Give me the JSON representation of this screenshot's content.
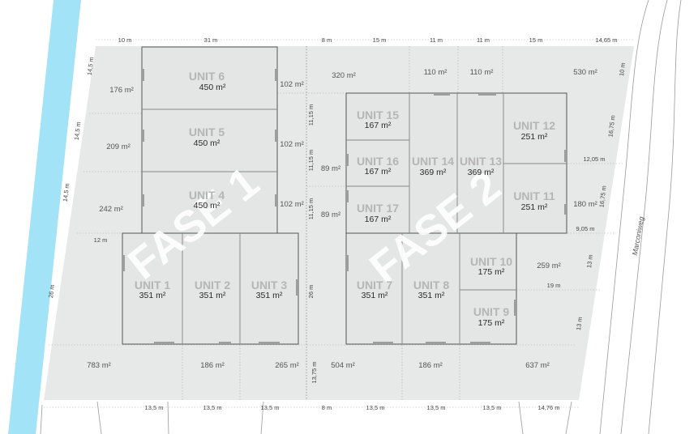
{
  "phases": [
    {
      "label": "FASE 1"
    },
    {
      "label": "FASE 2"
    }
  ],
  "units": [
    {
      "name": "UNIT 6",
      "area": "450 m²"
    },
    {
      "name": "UNIT 5",
      "area": "450 m²"
    },
    {
      "name": "UNIT 4",
      "area": "450 m²"
    },
    {
      "name": "UNIT 1",
      "area": "351 m²"
    },
    {
      "name": "UNIT 2",
      "area": "351 m²"
    },
    {
      "name": "UNIT 3",
      "area": "351 m²"
    },
    {
      "name": "UNIT 15",
      "area": "167 m²"
    },
    {
      "name": "UNIT 16",
      "area": "167 m²"
    },
    {
      "name": "UNIT 17",
      "area": "167 m²"
    },
    {
      "name": "UNIT 14",
      "area": "369 m²"
    },
    {
      "name": "UNIT 13",
      "area": "369 m²"
    },
    {
      "name": "UNIT 12",
      "area": "251 m²"
    },
    {
      "name": "UNIT 11",
      "area": "251 m²"
    },
    {
      "name": "UNIT 7",
      "area": "351 m²"
    },
    {
      "name": "UNIT 8",
      "area": "351 m²"
    },
    {
      "name": "UNIT 10",
      "area": "175 m²"
    },
    {
      "name": "UNIT 9",
      "area": "175 m²"
    }
  ],
  "lot_areas": [
    "176 m²",
    "209 m²",
    "242 m²",
    "102 m²",
    "102 m²",
    "102 m²",
    "320 m²",
    "110 m²",
    "110 m²",
    "530 m²",
    "89 m²",
    "89 m²",
    "180 m²",
    "259 m²",
    "783 m²",
    "186 m²",
    "265 m²",
    "504 m²",
    "186 m²",
    "637 m²"
  ],
  "dimensions_top": [
    "10 m",
    "31 m",
    "8 m",
    "15 m",
    "11 m",
    "11 m",
    "15 m",
    "14,65 m"
  ],
  "dimensions_bottom": [
    "13,5 m",
    "13,5 m",
    "13,5 m",
    "8 m",
    "13,5 m",
    "13,5 m",
    "13,5 m",
    "14,76 m"
  ],
  "dimensions_left": [
    "14,5 m",
    "14,5 m",
    "14,5 m",
    "12 m",
    "26 m"
  ],
  "dimensions_mid": [
    "11,15 m",
    "11,15 m",
    "11,15 m",
    "26 m",
    "13,75 m"
  ],
  "dimensions_right": [
    "10 m",
    "16,75 m",
    "12,05 m",
    "16,75 m",
    "9,05 m",
    "13 m",
    "19 m",
    "13 m"
  ],
  "street_name": "Marconiweg",
  "colors": {
    "water": "#a3e3f7",
    "plot": "#e7e8e8",
    "unit": "#e4e5e5",
    "wall": "#555555",
    "road": "#9a9a9a"
  }
}
